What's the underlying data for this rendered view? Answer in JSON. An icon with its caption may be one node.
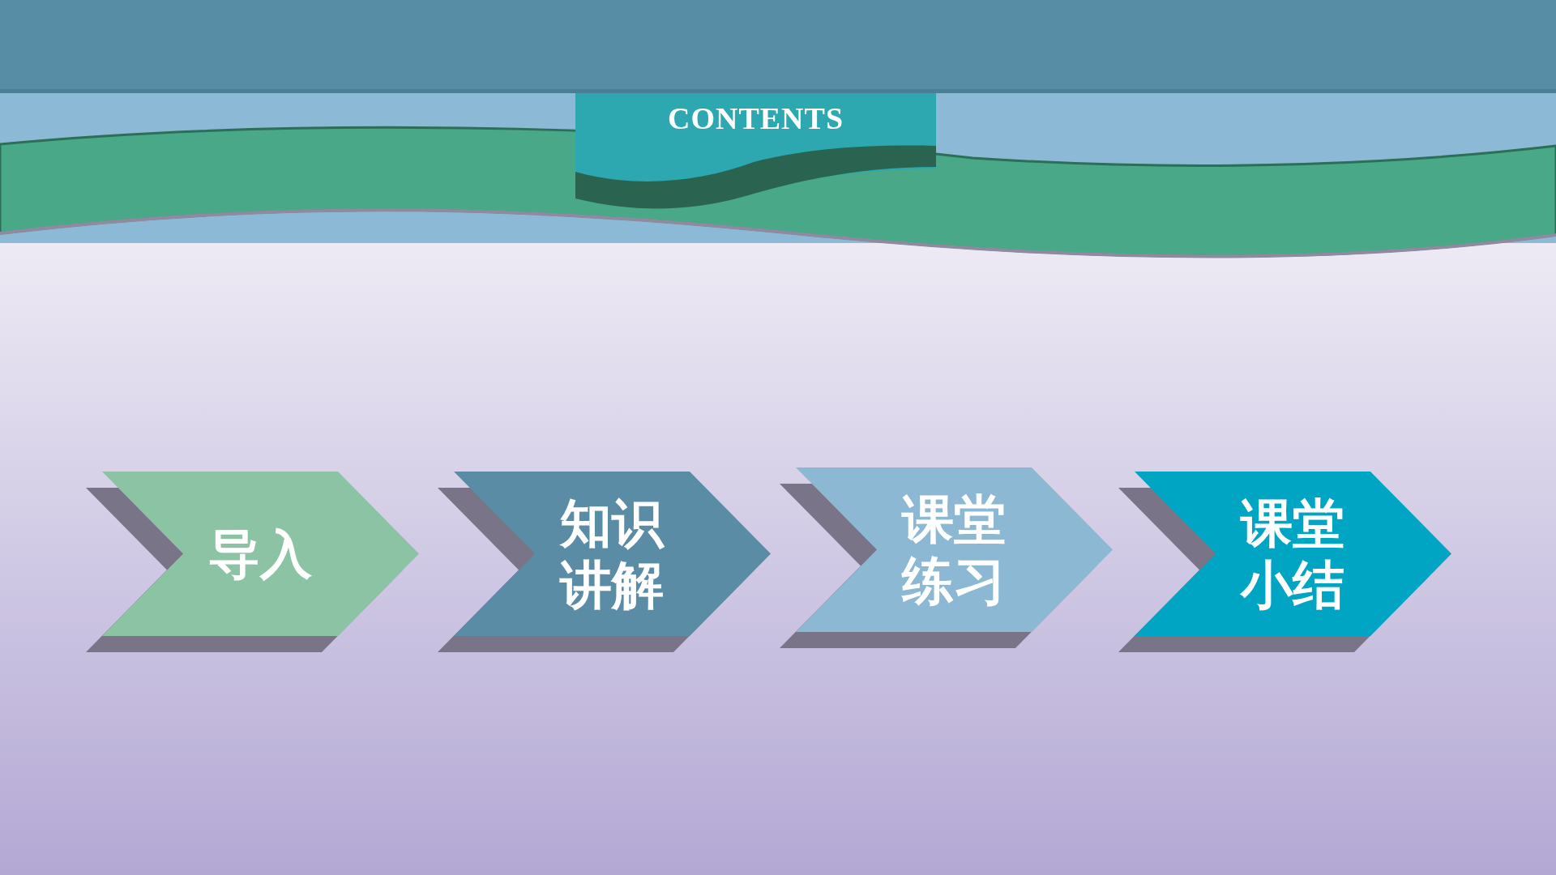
{
  "diagram": {
    "title": "CONTENTS",
    "nodes": [
      {
        "text": [
          "导入"
        ]
      },
      {
        "text": [
          "知识讲解"
        ]
      },
      {
        "text": [
          "课堂练习"
        ]
      },
      {
        "text": [
          "课堂小结"
        ]
      }
    ],
    "edges": []
  }
}
